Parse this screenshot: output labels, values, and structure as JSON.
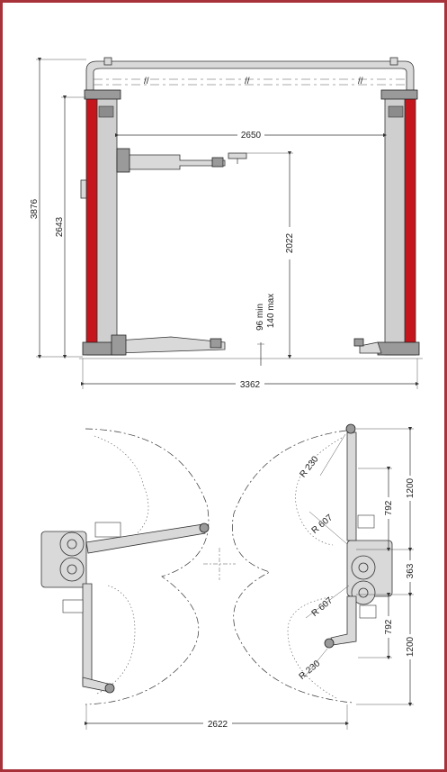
{
  "colors": {
    "frame": "#a8323a",
    "column_red": "#c4161c",
    "column_grey": "#bfbfbf"
  },
  "front_view": {
    "overall_height": "3876",
    "column_height": "2643",
    "inner_width": "2650",
    "lift_height": "2022",
    "pad_height_min": "96 min",
    "pad_height_max": "140 max",
    "overall_width": "3362"
  },
  "top_view": {
    "radius_outer_top": "R 230",
    "radius_inner_top": "R 607",
    "radius_inner_bottom": "R 607",
    "radius_outer_bottom": "R 230",
    "arm_reach_top": "1200",
    "arm_short_top": "792",
    "column_depth": "363",
    "arm_short_bottom": "792",
    "arm_reach_bottom": "1200",
    "overall_width": "2622"
  }
}
